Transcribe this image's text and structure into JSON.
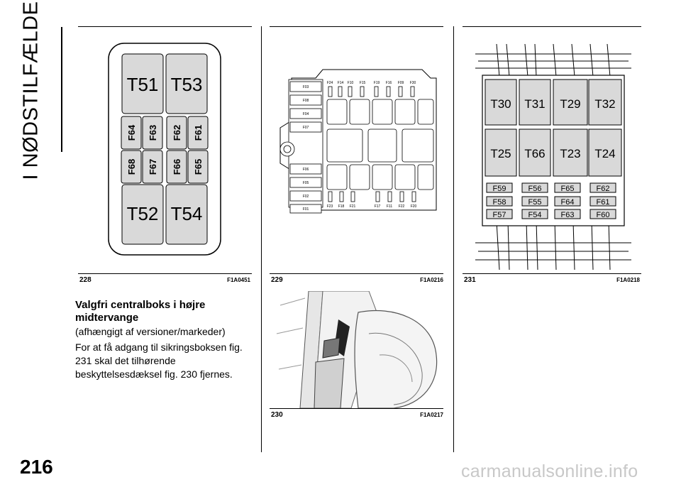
{
  "chapter_title": "I NØDSTILFÆLDE",
  "page_number": "216",
  "figures": {
    "fig228": {
      "number": "228",
      "code": "F1A0451",
      "relays_top": [
        "T51",
        "T53"
      ],
      "fuses_row1": [
        "F64",
        "F63",
        "F62",
        "F61"
      ],
      "fuses_row2": [
        "F68",
        "F67",
        "F66",
        "F65"
      ],
      "relays_bottom": [
        "T52",
        "T54"
      ]
    },
    "fig229": {
      "number": "229",
      "code": "F1A0216",
      "top_labels": [
        "F24",
        "F14",
        "F10",
        "F15",
        "F19",
        "F16",
        "F09",
        "F30"
      ],
      "left_labels_upper": [
        "F03",
        "F08",
        "F04",
        "F07"
      ],
      "left_labels_lower": [
        "F06",
        "F05",
        "F02",
        "F01"
      ],
      "bottom_labels": [
        "F23",
        "F18",
        "F21",
        "F17",
        "F11",
        "F22",
        "F20"
      ]
    },
    "fig230": {
      "number": "230",
      "code": "F1A0217"
    },
    "fig231": {
      "number": "231",
      "code": "F1A0218",
      "relays_top": [
        "T30",
        "T31",
        "T29",
        "T32"
      ],
      "relays_mid": [
        "T25",
        "T66",
        "T23",
        "T24"
      ],
      "fuse_row1": [
        "F59",
        "F56",
        "F65",
        "F62"
      ],
      "fuse_row2": [
        "F58",
        "F55",
        "F64",
        "F61"
      ],
      "fuse_row3": [
        "F57",
        "F54",
        "F63",
        "F60"
      ]
    }
  },
  "text": {
    "heading": "Valgfri centralboks i højre midtervange",
    "subnote": "(afhængigt af versioner/markeder)",
    "paragraph": "For at få adgang til sikringsboksen fig. 231 skal det tilhørende beskyttelsesdæksel fig. 230 fjernes."
  },
  "watermark": "carmanualsonline.info"
}
